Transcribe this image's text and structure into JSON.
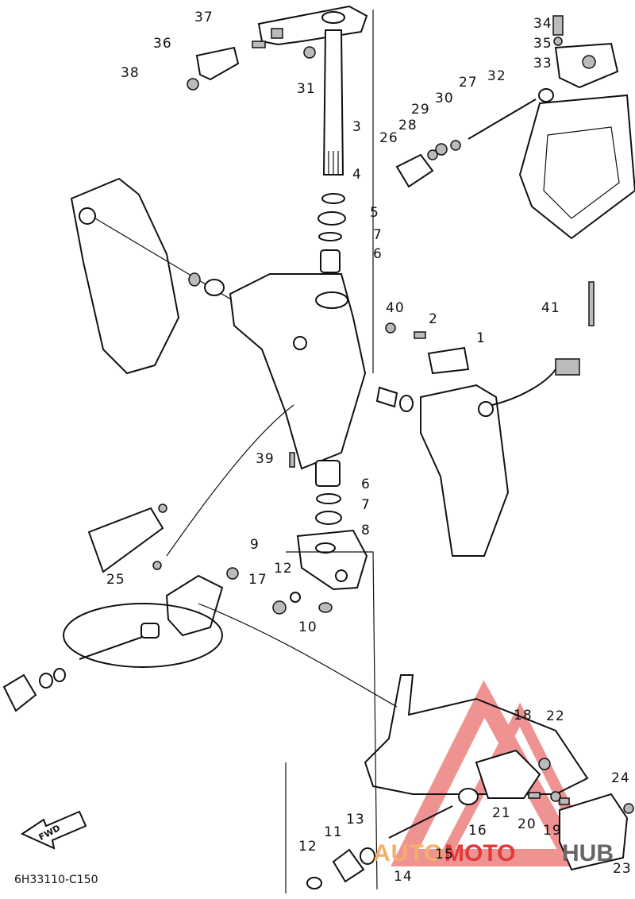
{
  "diagram_code": "6H33110-C150",
  "fwd_label": "FWD",
  "watermark": {
    "part1": "AUTO",
    "part2": "MOTO",
    "part3": "HUB"
  },
  "labels": [
    {
      "id": "37",
      "text": "37"
    },
    {
      "id": "36",
      "text": "36"
    },
    {
      "id": "38",
      "text": "38"
    },
    {
      "id": "31",
      "text": "31"
    },
    {
      "id": "3",
      "text": "3"
    },
    {
      "id": "4",
      "text": "4"
    },
    {
      "id": "5",
      "text": "5"
    },
    {
      "id": "7a",
      "text": "7"
    },
    {
      "id": "6a",
      "text": "6"
    },
    {
      "id": "34",
      "text": "34"
    },
    {
      "id": "35",
      "text": "35"
    },
    {
      "id": "33",
      "text": "33"
    },
    {
      "id": "32",
      "text": "32"
    },
    {
      "id": "27",
      "text": "27"
    },
    {
      "id": "30",
      "text": "30"
    },
    {
      "id": "29",
      "text": "29"
    },
    {
      "id": "28",
      "text": "28"
    },
    {
      "id": "26",
      "text": "26"
    },
    {
      "id": "40",
      "text": "40"
    },
    {
      "id": "2",
      "text": "2"
    },
    {
      "id": "1",
      "text": "1"
    },
    {
      "id": "41",
      "text": "41"
    },
    {
      "id": "39",
      "text": "39"
    },
    {
      "id": "6b",
      "text": "6"
    },
    {
      "id": "7b",
      "text": "7"
    },
    {
      "id": "8",
      "text": "8"
    },
    {
      "id": "9",
      "text": "9"
    },
    {
      "id": "25",
      "text": "25"
    },
    {
      "id": "17",
      "text": "17"
    },
    {
      "id": "12a",
      "text": "12"
    },
    {
      "id": "10",
      "text": "10"
    },
    {
      "id": "18",
      "text": "18"
    },
    {
      "id": "22",
      "text": "22"
    },
    {
      "id": "24",
      "text": "24"
    },
    {
      "id": "21",
      "text": "21"
    },
    {
      "id": "20",
      "text": "20"
    },
    {
      "id": "19",
      "text": "19"
    },
    {
      "id": "16",
      "text": "16"
    },
    {
      "id": "15",
      "text": "15"
    },
    {
      "id": "13",
      "text": "13"
    },
    {
      "id": "11",
      "text": "11"
    },
    {
      "id": "12b",
      "text": "12"
    },
    {
      "id": "14",
      "text": "14"
    },
    {
      "id": "23",
      "text": "23"
    }
  ]
}
